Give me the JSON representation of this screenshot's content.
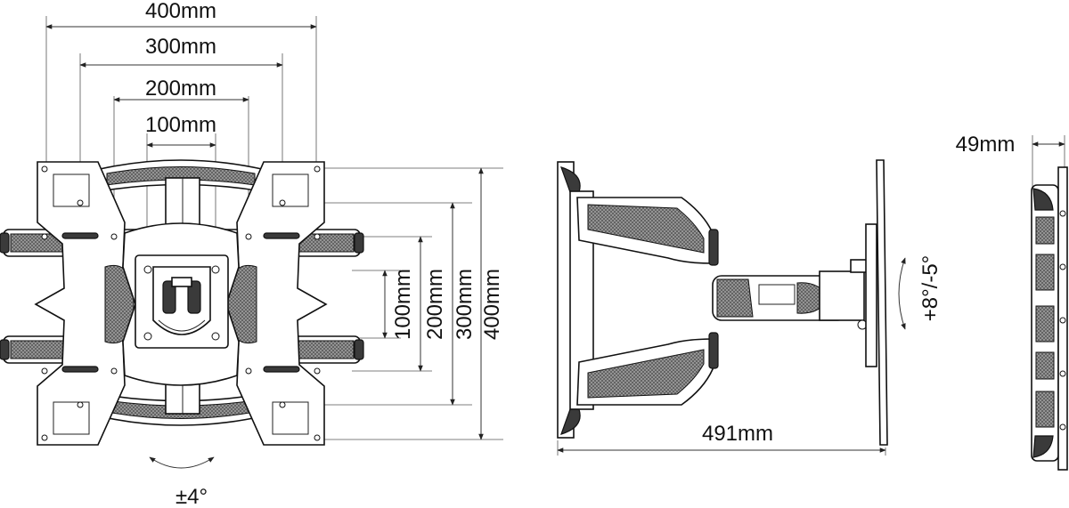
{
  "front_view": {
    "horizontal_dimensions": [
      "400mm",
      "300mm",
      "200mm",
      "100mm"
    ],
    "vertical_dimensions": [
      "100mm",
      "200mm",
      "300mm",
      "400mm"
    ],
    "swivel_label": "±4°"
  },
  "side_view": {
    "extension_label": "491mm",
    "tilt_label": "+8°/-5°"
  },
  "profile_view": {
    "depth_label": "49mm"
  }
}
